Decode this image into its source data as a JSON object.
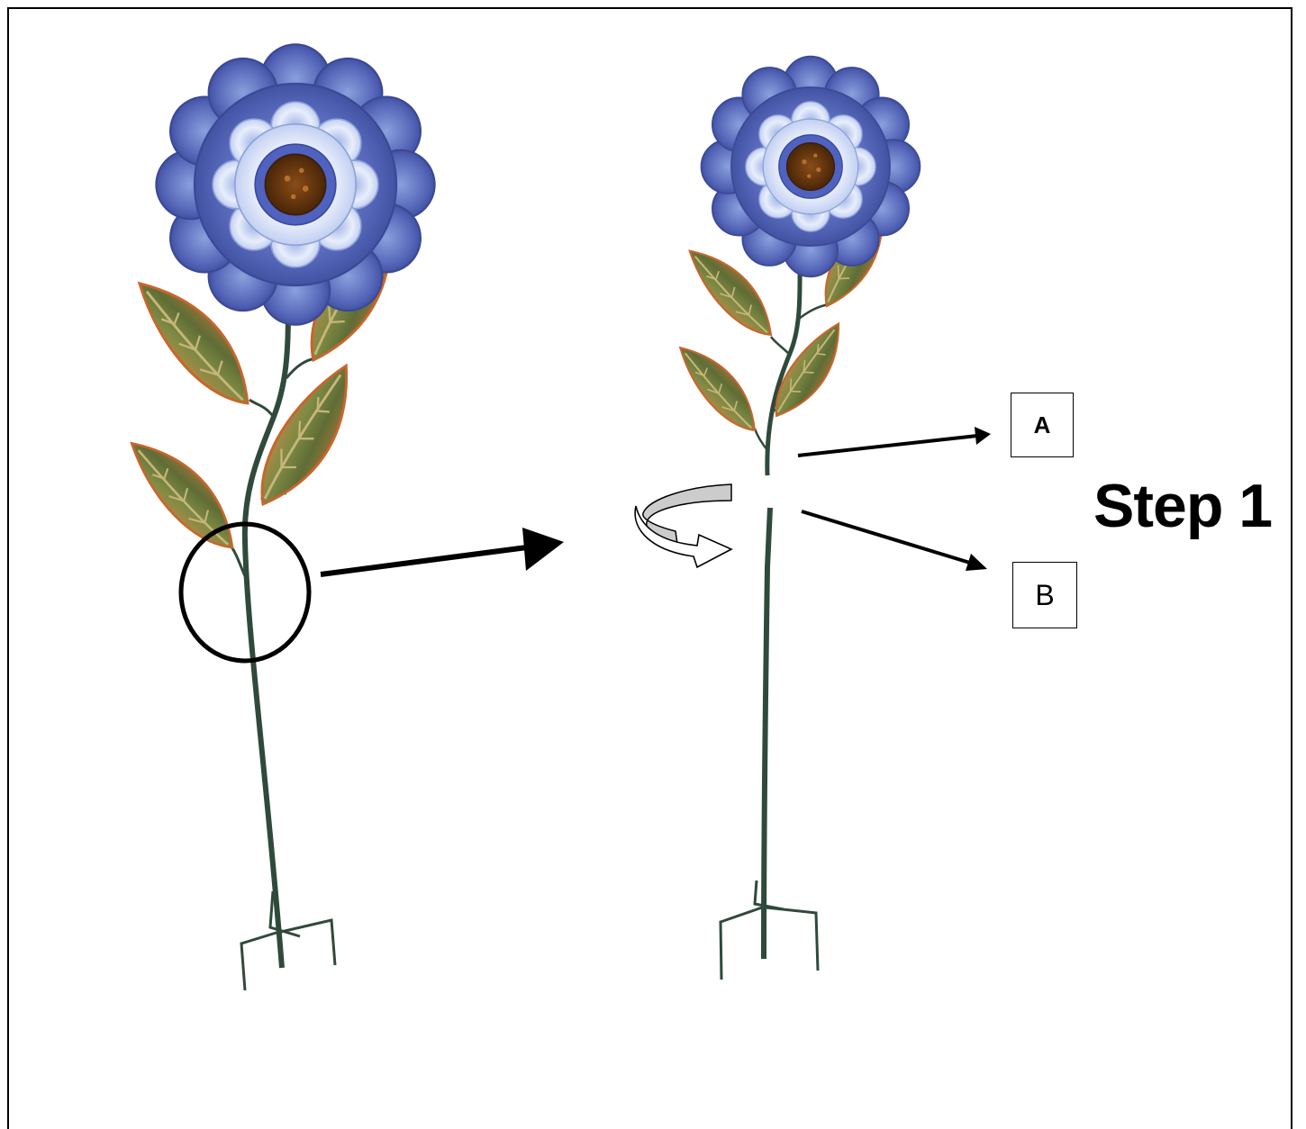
{
  "title": "Step 1",
  "labels": {
    "a": "A",
    "b": "B"
  },
  "figures": [
    {
      "name": "assembled-flower-stake"
    },
    {
      "name": "separated-flower-stake"
    }
  ],
  "colors": {
    "outer_petal": "#4f5fb3",
    "inner_petal": "#dfe6f7",
    "center": "#6b3a10",
    "leaf_edge": "#e27a3a",
    "leaf_vein": "#6f7d3f",
    "stem": "#2f4a3a",
    "arrow": "#000000",
    "rotation_band": "#cccccc"
  }
}
